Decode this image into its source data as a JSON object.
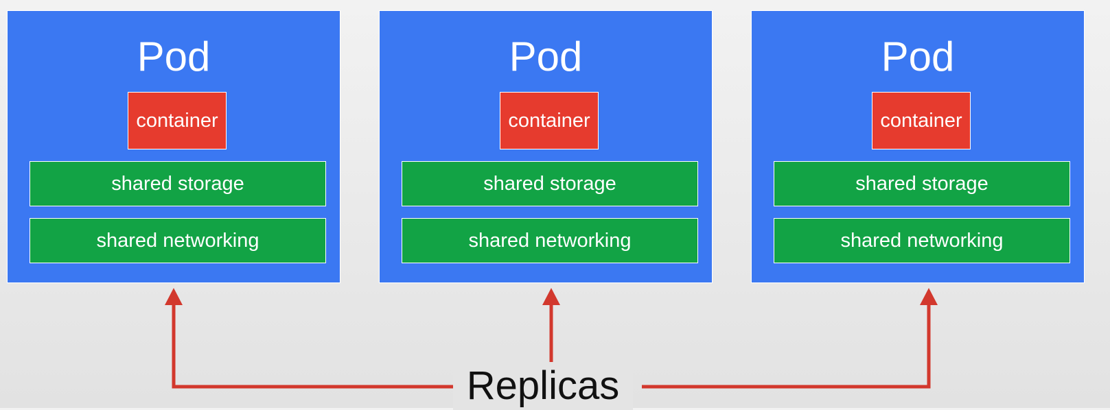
{
  "pods": [
    {
      "title": "Pod",
      "container_label": "container",
      "storage_label": "shared storage",
      "networking_label": "shared networking"
    },
    {
      "title": "Pod",
      "container_label": "container",
      "storage_label": "shared storage",
      "networking_label": "shared networking"
    },
    {
      "title": "Pod",
      "container_label": "container",
      "storage_label": "shared storage",
      "networking_label": "shared networking"
    }
  ],
  "replicas_label": "Replicas",
  "colors": {
    "pod": "#3b78f2",
    "container": "#e63b2e",
    "layer": "#12a345",
    "arrow": "#d2382d"
  }
}
